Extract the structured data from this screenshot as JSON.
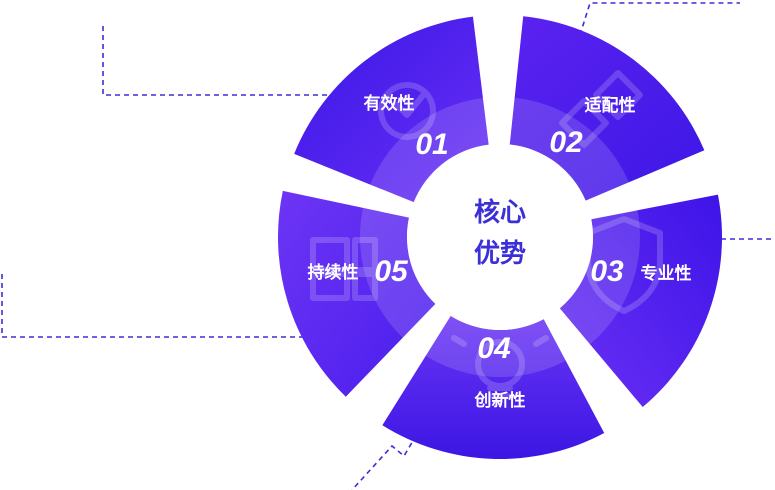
{
  "center": {
    "line1": "核心",
    "line2": "优势"
  },
  "segments": [
    {
      "num": "01",
      "label": "有效性",
      "icon": "document-check-icon",
      "color": "#4a1ff0"
    },
    {
      "num": "02",
      "label": "适配性",
      "icon": "link-icon",
      "color": "#5a22f2"
    },
    {
      "num": "03",
      "label": "专业性",
      "icon": "shield-icon",
      "color": "#4f1df0"
    },
    {
      "num": "04",
      "label": "创新性",
      "icon": "lightbulb-icon",
      "color": "#5d25f0"
    },
    {
      "num": "05",
      "label": "持续性",
      "icon": "grid-icon",
      "color": "#5b26ef"
    }
  ],
  "colors": {
    "accent": "#3b2fd6",
    "ring_inner": "#ffffff"
  }
}
